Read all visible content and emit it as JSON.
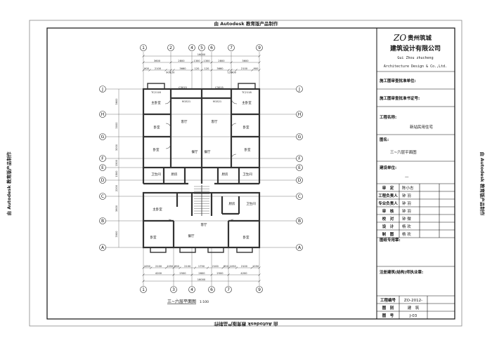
{
  "watermark": "由 Autodesk 教育版产品制作",
  "title_block": {
    "logo": "ZO",
    "company_cn_1": "贵州筑城",
    "company_cn_2": "建筑设计有限公司",
    "company_pinyin": "Gui Zhou zhucheng",
    "company_en": "Architecture Design & Co.,Ltd.",
    "approval_unit_label": "施工图审查批准单位:",
    "approval_cert_label": "施工图审查批准书证号:",
    "project_name_label": "工程名称:",
    "project_name": "新站民用住宅",
    "drawing_name_label": "图名:",
    "drawing_name": "三~六层平面图",
    "client_label": "建设单位:",
    "client": "—",
    "signatures": [
      {
        "role": "审　定",
        "name": "陈小志"
      },
      {
        "role": "工程负责人",
        "name": "钟 羽"
      },
      {
        "role": "专业负责人",
        "name": "钟 羽"
      },
      {
        "role": "审　核",
        "name": "钟 羽"
      },
      {
        "role": "校　对",
        "name": "钟 微"
      },
      {
        "role": "设　计",
        "name": "杨 欢"
      },
      {
        "role": "制　图",
        "name": "杨 欢"
      }
    ],
    "seal_label": "图纸专用章:",
    "registered_label": "注册建筑(结构)师执业章:",
    "project_no_label": "工程编号",
    "project_no": "ZO-2012-",
    "discipline_label": "图　别",
    "discipline": "建　筑",
    "sheet_no_label": "图　号",
    "sheet_no": "J-03"
  },
  "plan": {
    "caption": "三~六层平面图",
    "scale": "1:100",
    "top_axes": [
      "1",
      "2",
      "4",
      "5",
      "6",
      "7",
      "9"
    ],
    "bottom_axes": [
      "1",
      "3",
      "4",
      "6",
      "7",
      "9"
    ],
    "side_axes": [
      "J",
      "H",
      "G",
      "F",
      "E",
      "D",
      "C",
      "B",
      "A"
    ],
    "top_total": "16000",
    "top_dims": [
      "3600",
      "2800",
      "1300",
      "1300",
      "2800",
      "3600"
    ],
    "top_sub_dims": [
      "900",
      "2100",
      "900",
      "120",
      "3660",
      "120",
      "120",
      "3660",
      "120",
      "900",
      "2100",
      "900"
    ],
    "bottom_total": "16000",
    "bottom_dims": [
      "4200",
      "2500",
      "2600",
      "2500",
      "4200"
    ],
    "bottom_sub_dims": [
      "1050",
      "2100",
      "1050",
      "850",
      "2100",
      "1750",
      "2100",
      "850",
      "1050",
      "2100",
      "1050"
    ],
    "left_dims": [
      "3600",
      "3000",
      "3000",
      "1500",
      "1500",
      "2200",
      "3600",
      "3900"
    ],
    "rooms": [
      "主卧室",
      "主卧室",
      "卧室",
      "卧室",
      "卧室",
      "卧室",
      "客厅",
      "客厅",
      "餐厅",
      "餐厅",
      "卫生间",
      "卫生间",
      "厨房",
      "厨房",
      "主卧室",
      "厨房",
      "卫生间",
      "客厅",
      "卧室",
      "餐厅",
      "卧室"
    ],
    "windows": [
      "TC2118",
      "TC2118",
      "C3015",
      "C3015",
      "M1521",
      "M1521"
    ]
  }
}
